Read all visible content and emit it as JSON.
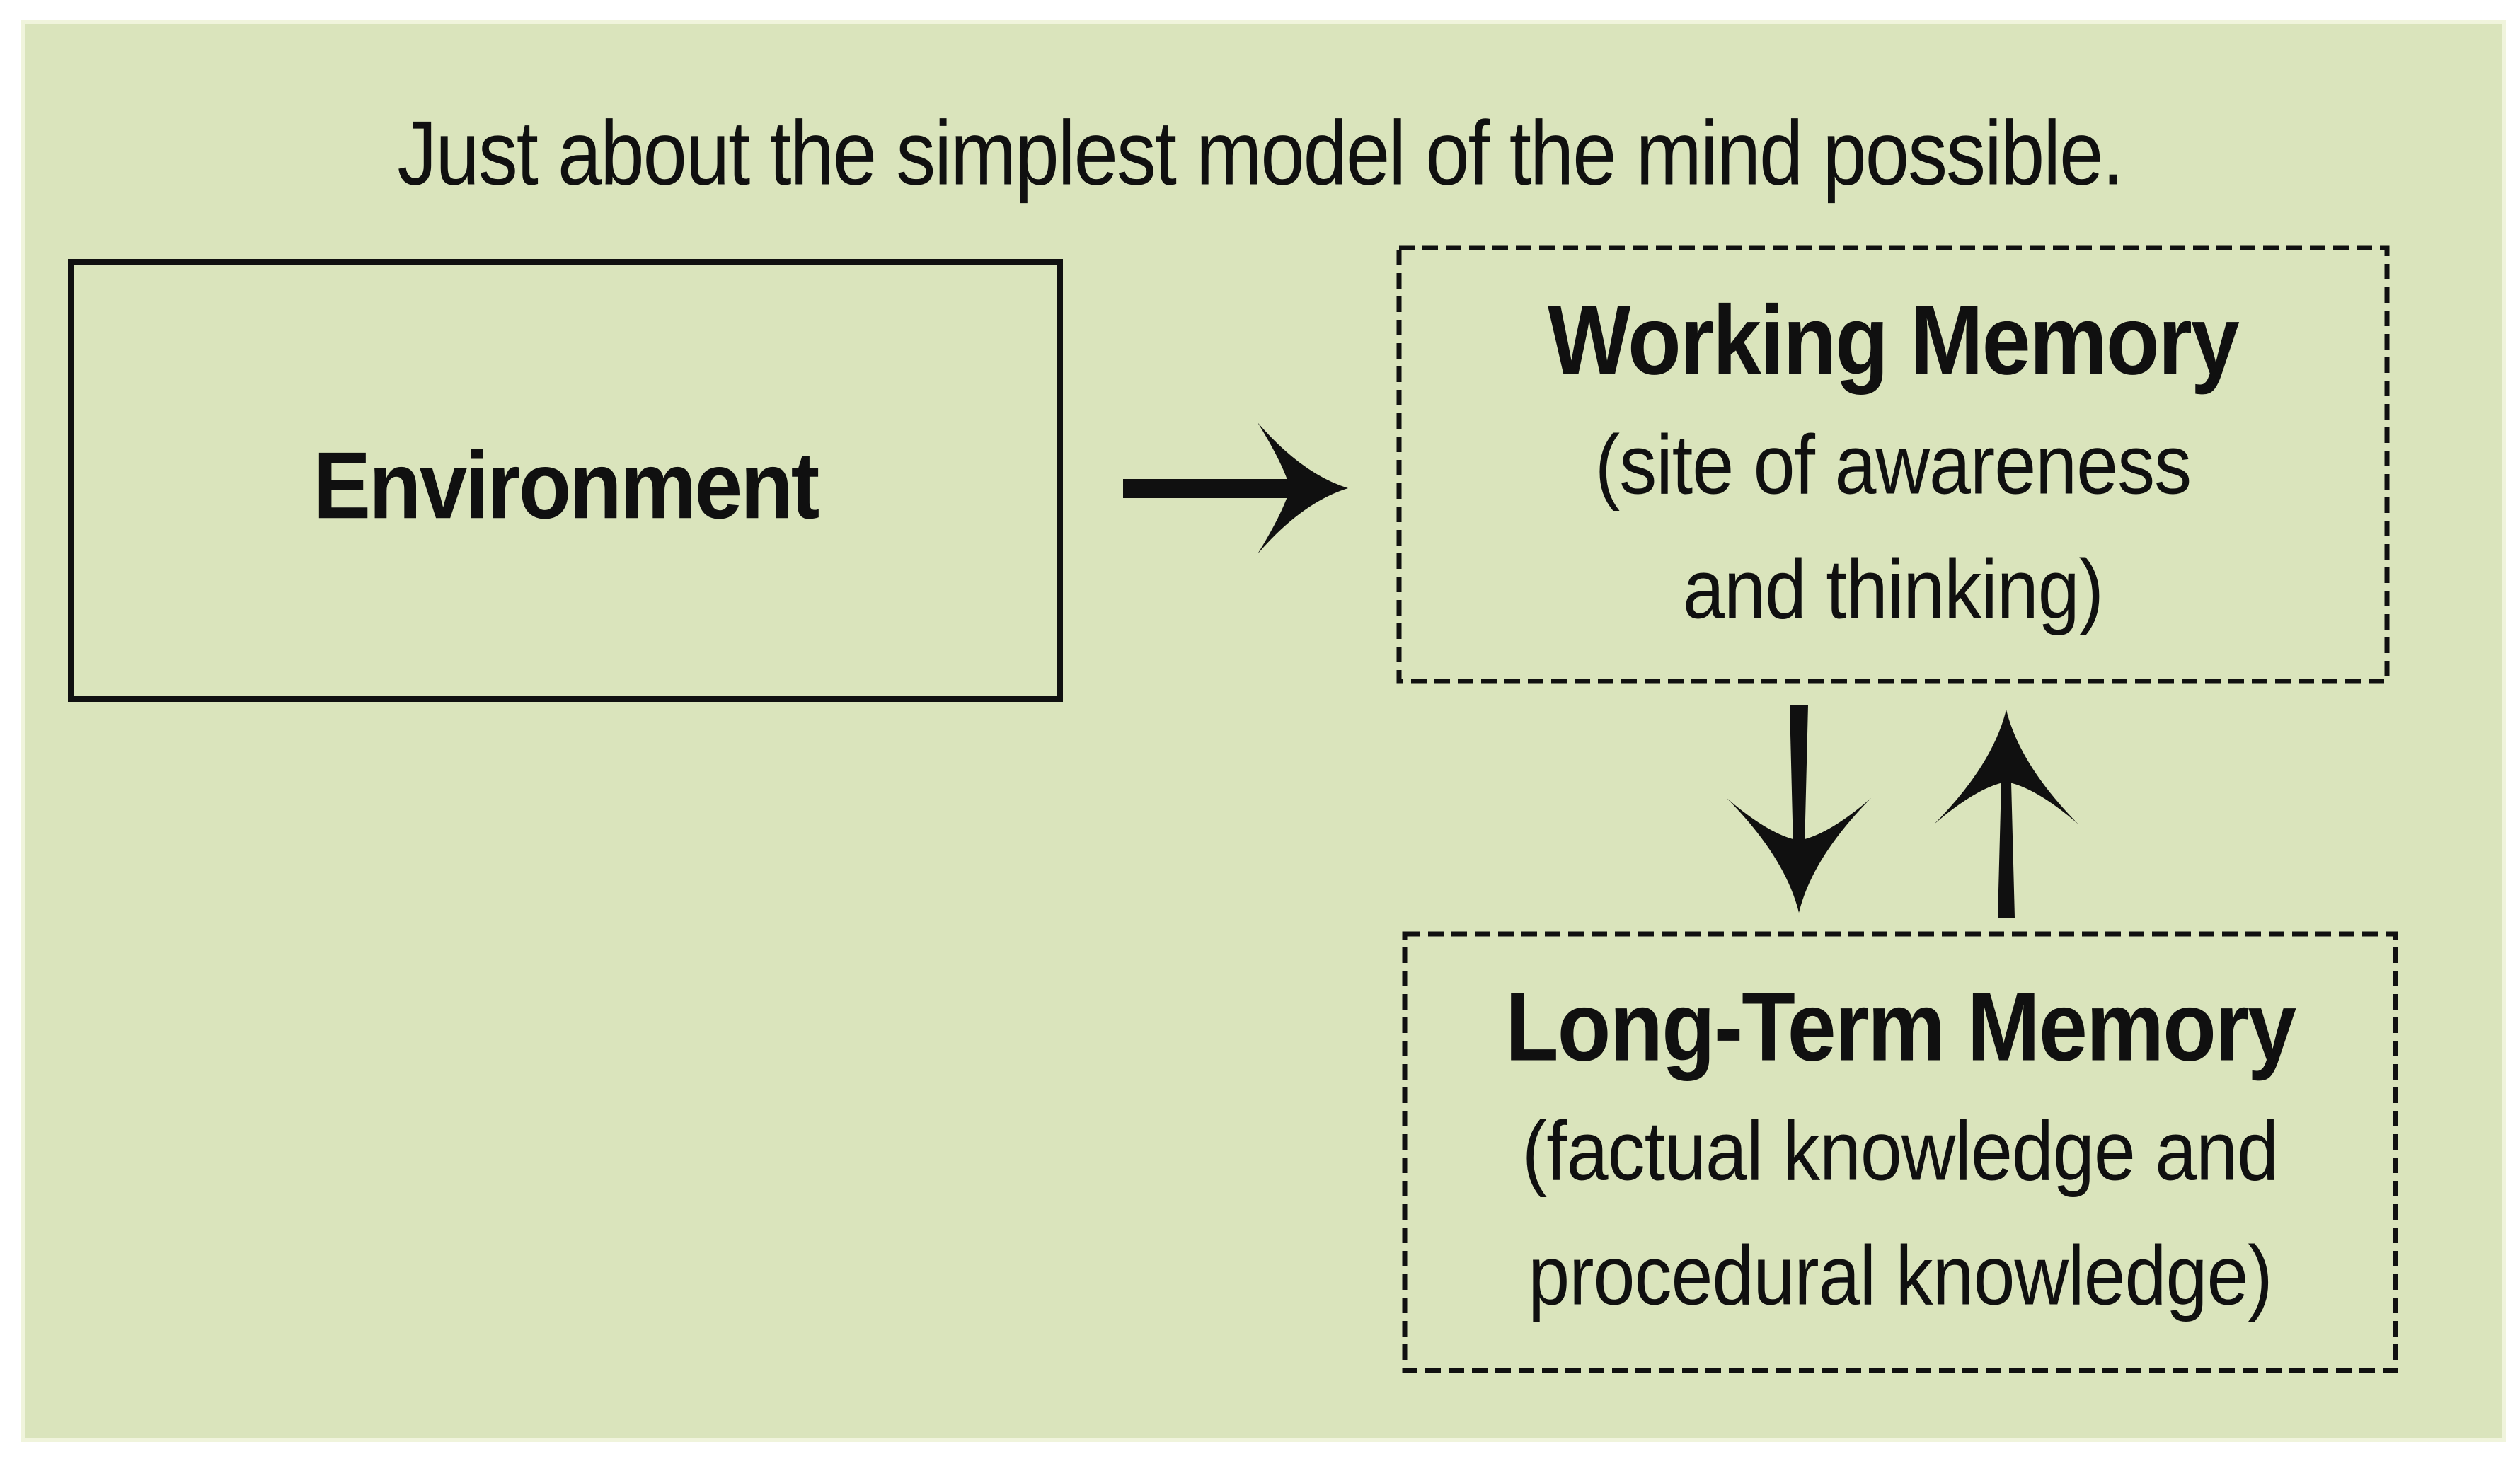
{
  "title": "Just about the simplest model of the mind possible.",
  "colors": {
    "page_background": "#ffffff",
    "panel_fill": "#dae4bc",
    "panel_edge_highlight": "#f0f4dc",
    "ink": "#101010"
  },
  "nodes": {
    "environment": {
      "label": "Environment",
      "border_style": "solid"
    },
    "working_memory": {
      "label": "Working Memory",
      "sublabel_line1": "(site of awareness",
      "sublabel_line2": "and thinking)",
      "border_style": "dashed"
    },
    "long_term_memory": {
      "label": "Long-Term Memory",
      "sublabel_line1": "(factual knowledge and",
      "sublabel_line2": "procedural knowledge)",
      "border_style": "dashed"
    }
  },
  "edges": [
    {
      "name": "environment-to-working-memory",
      "from": "environment",
      "to": "working_memory",
      "direction": "right"
    },
    {
      "name": "working-memory-to-long-term-memory",
      "from": "working_memory",
      "to": "long_term_memory",
      "direction": "down"
    },
    {
      "name": "long-term-memory-to-working-memory",
      "from": "long_term_memory",
      "to": "working_memory",
      "direction": "up"
    }
  ]
}
